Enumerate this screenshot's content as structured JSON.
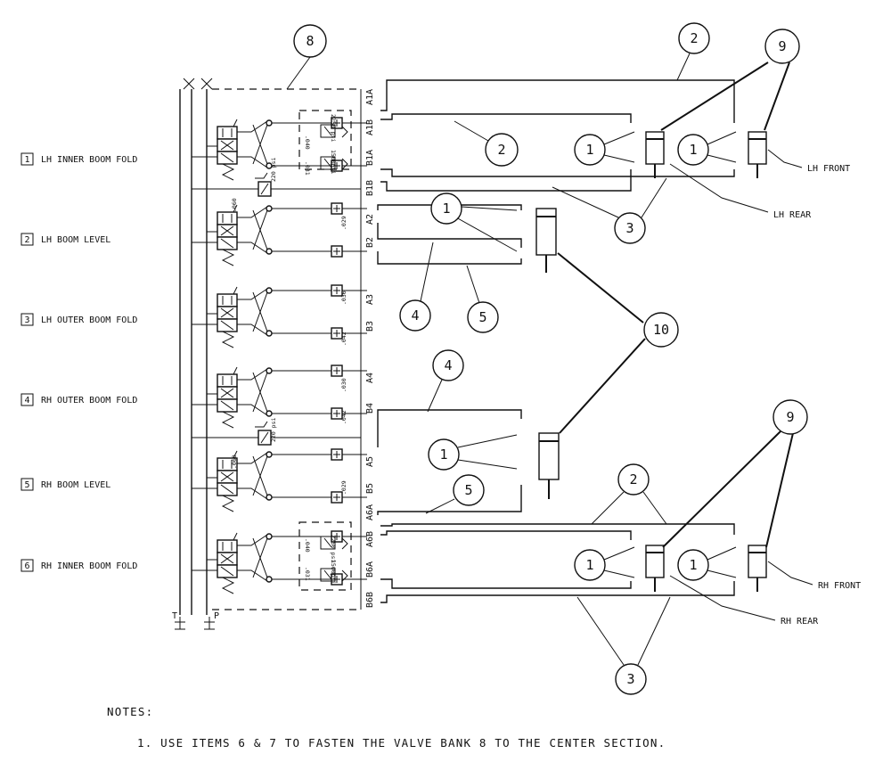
{
  "functions": [
    {
      "num": "1",
      "label": "LH INNER BOOM FOLD"
    },
    {
      "num": "2",
      "label": "LH BOOM LEVEL"
    },
    {
      "num": "3",
      "label": "LH OUTER BOOM FOLD"
    },
    {
      "num": "4",
      "label": "RH OUTER BOOM FOLD"
    },
    {
      "num": "5",
      "label": "RH BOOM LEVEL"
    },
    {
      "num": "6",
      "label": "RH INNER BOOM FOLD"
    }
  ],
  "ports": [
    "A1A",
    "A1B",
    "B1A",
    "B1B",
    "A2",
    "B2",
    "A3",
    "B3",
    "A4",
    "B4",
    "A5",
    "B5",
    "A6A",
    "A6B",
    "B6A",
    "B6B"
  ],
  "section_values": {
    "s1": [
      ".040",
      ".031",
      "2250 psi",
      "1500psi"
    ],
    "s2": [
      "220 psi",
      ".060",
      ".029"
    ],
    "s3": [
      ".036",
      ".042"
    ],
    "s4": [
      ".030",
      ".042"
    ],
    "s5": [
      "220 psi",
      ".060",
      ".029"
    ],
    "s6": [
      ".040",
      ".031",
      "2250 psi",
      "1500psi"
    ]
  },
  "cylinder_labels": {
    "lh_front": "LH FRONT",
    "lh_rear": "LH REAR",
    "rh_front": "RH FRONT",
    "rh_rear": "RH REAR"
  },
  "callouts": {
    "c8": "8",
    "c2": "2",
    "c9": "9",
    "c10": "10",
    "c1": "1",
    "c3": "3",
    "c4": "4",
    "c5": "5"
  },
  "tank_port": "T",
  "pressure_port": "P",
  "notes_title": "NOTES:",
  "notes": [
    "1. USE ITEMS 6 & 7 TO FASTEN THE VALVE BANK 8 TO THE CENTER SECTION."
  ]
}
